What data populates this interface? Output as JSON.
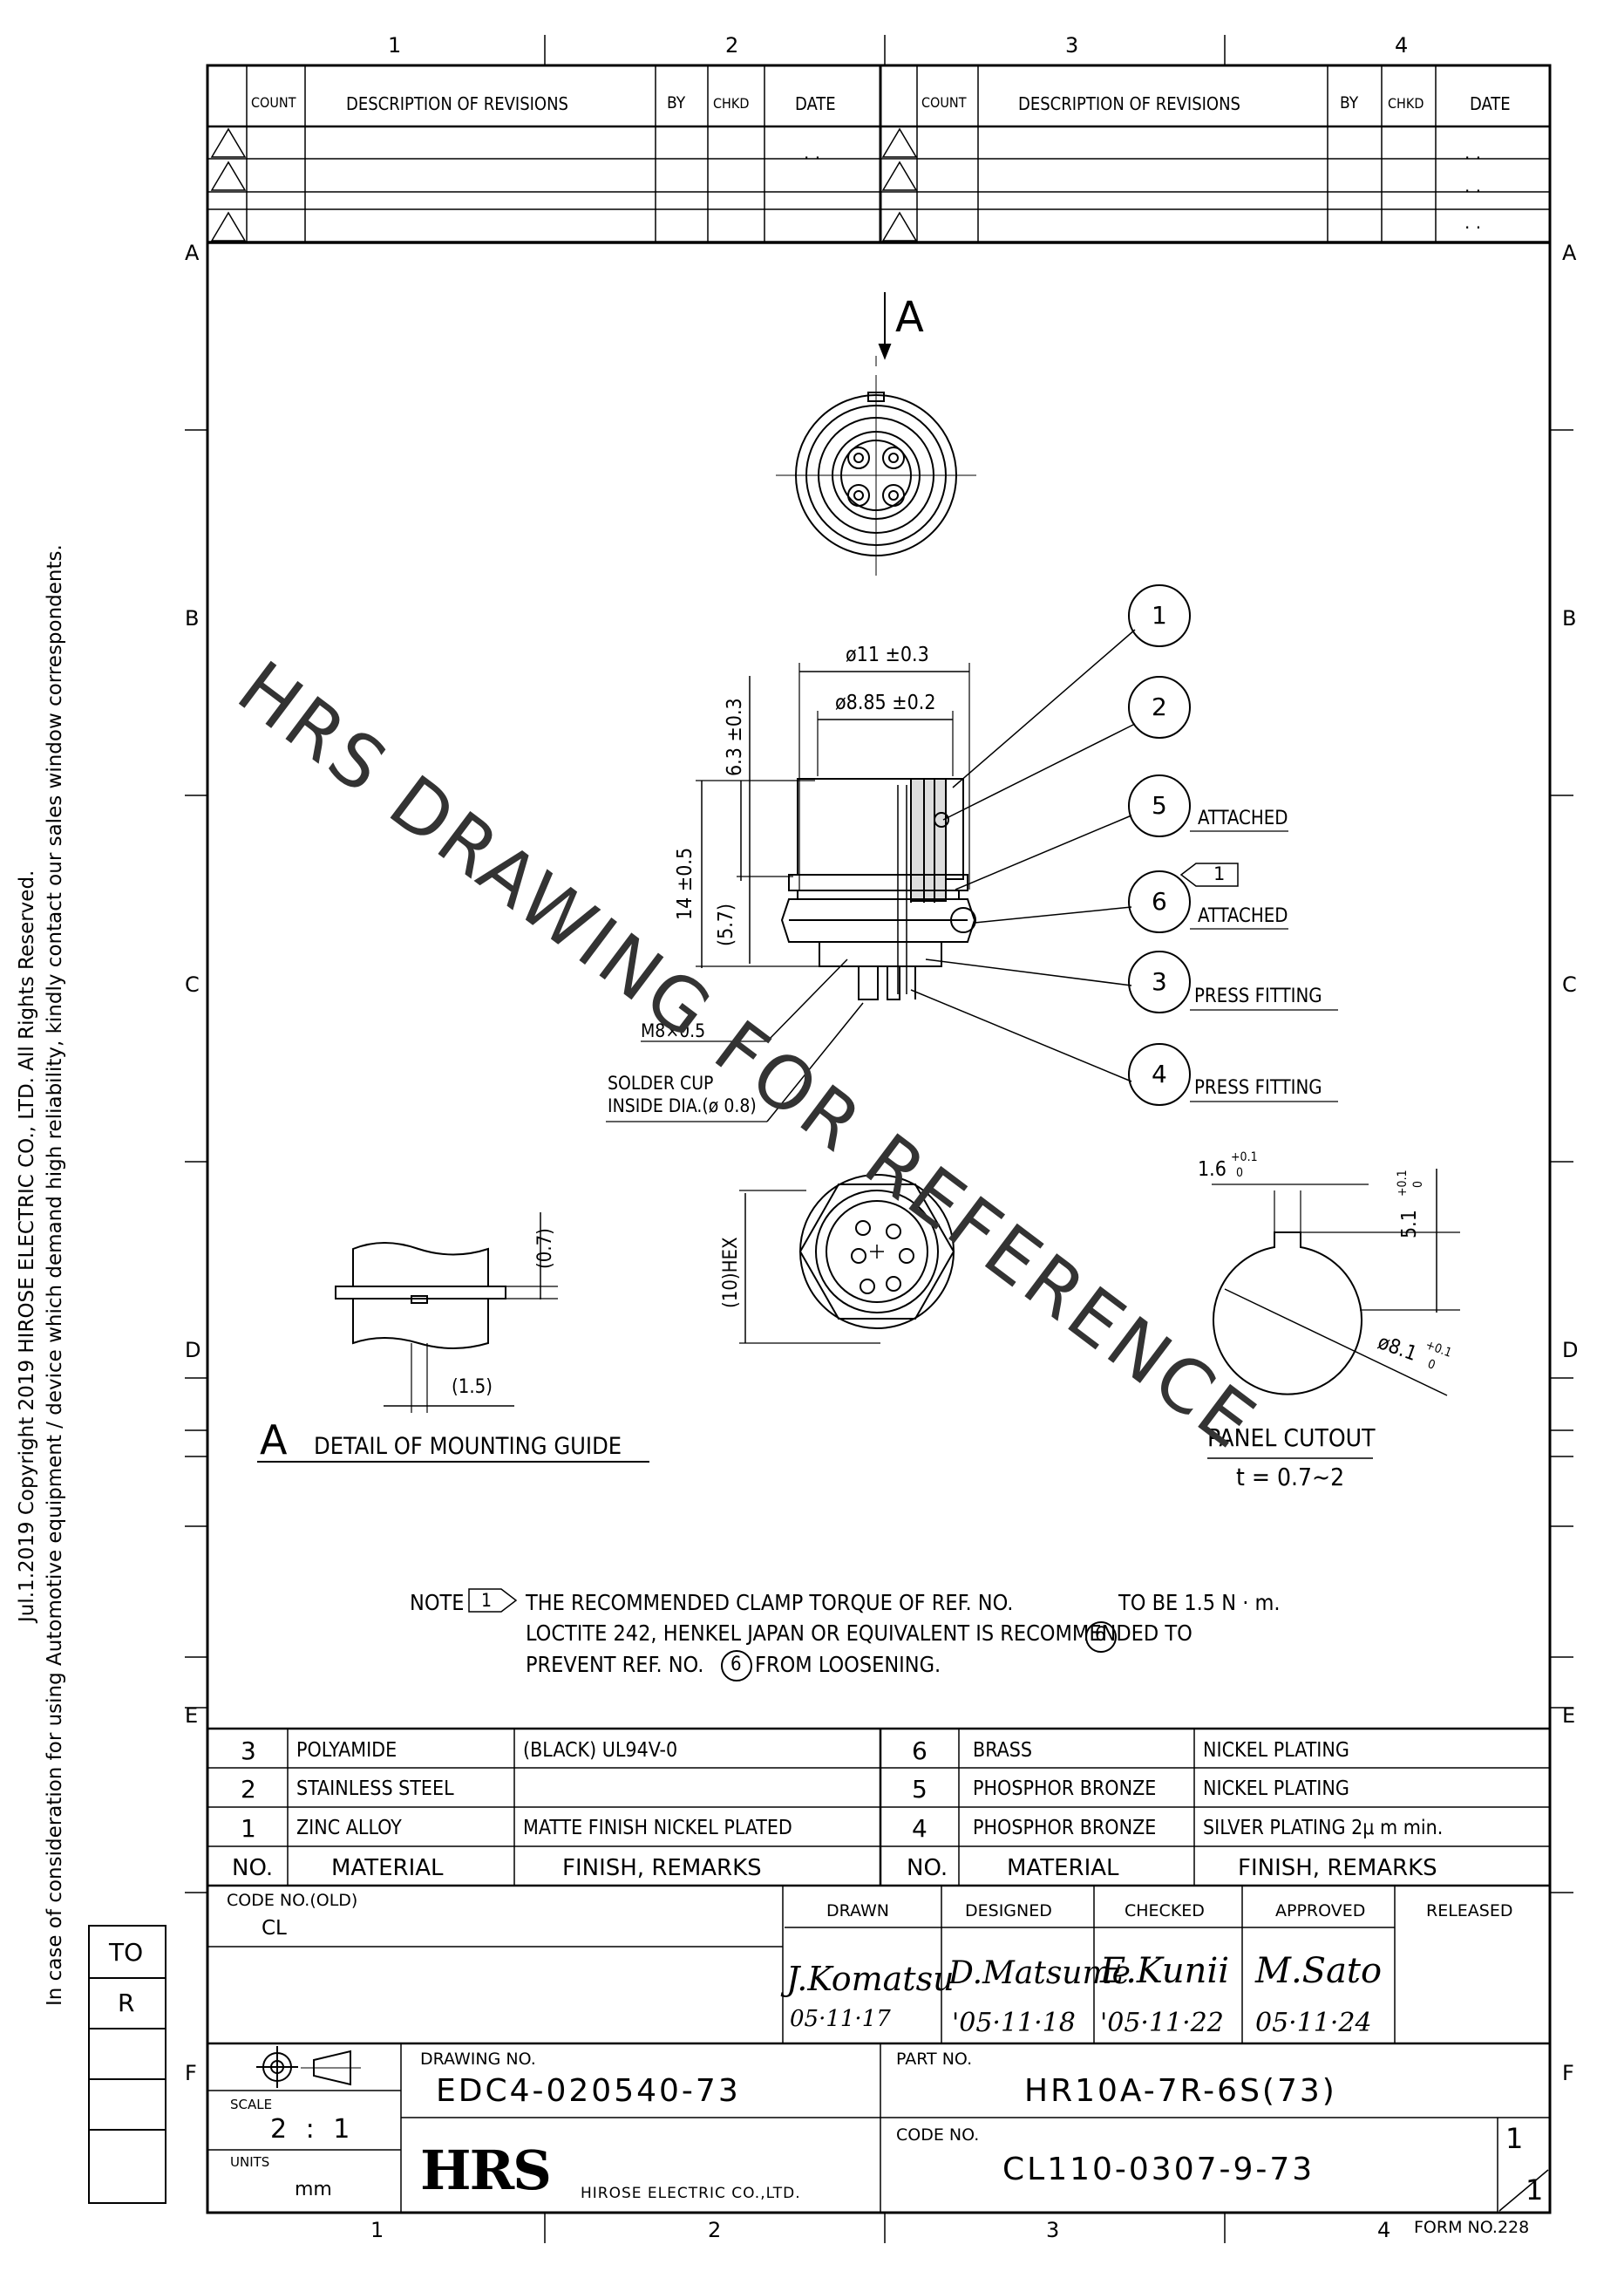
{
  "copyright": {
    "line1": "Jul.1.2019 Copyright 2019 HIROSE ELECTRIC CO., LTD. All Rights Reserved.",
    "line2": "In case of consideration for using Automotive equipment / device which demand high reliability, kindly contact our sales window correspondents."
  },
  "grid": {
    "columns": [
      "1",
      "2",
      "3",
      "4"
    ],
    "rows": [
      "A",
      "B",
      "C",
      "D",
      "E",
      "F"
    ]
  },
  "revisions": {
    "headers": [
      "COUNT",
      "DESCRIPTION OF REVISIONS",
      "BY",
      "CHKD",
      "DATE"
    ],
    "date_placeholder": ". ."
  },
  "side_box": {
    "line1": "TO",
    "line2": "R"
  },
  "watermark": "HRS DRAWING FOR REFERENCE",
  "drawing": {
    "view_label": "A",
    "dims": {
      "dia_outer": "ø11 ±0.3",
      "dia_inner": "ø8.85 ±0.2",
      "h1": "6.3 ±0.3",
      "h2": "14 ±0.5",
      "h3": "(5.7)",
      "thread": "M8×0.5",
      "solder1": "SOLDER CUP",
      "solder2": "INSIDE DIA.(ø 0.8)",
      "hex": "(10)HEX",
      "detail_h": "(0.7)",
      "detail_w": "(1.5)",
      "cut_w": "1.6",
      "cut_w_tol": "+0.1",
      "cut_w_tol0": "0",
      "cut_h": "5.1",
      "cut_h_tol": "+0.1",
      "cut_h_tol0": "0",
      "cut_dia": "ø8.1",
      "cut_dia_tol": "+0.1",
      "cut_dia_tol0": "0"
    },
    "callouts": [
      {
        "num": "1",
        "label": ""
      },
      {
        "num": "2",
        "label": ""
      },
      {
        "num": "5",
        "label": "ATTACHED"
      },
      {
        "num": "6",
        "label": "ATTACHED"
      },
      {
        "num": "3",
        "label": "PRESS FITTING"
      },
      {
        "num": "4",
        "label": "PRESS FITTING"
      }
    ],
    "note_flag": "1",
    "detail_title_letter": "A",
    "detail_title": "DETAIL OF MOUNTING GUIDE",
    "panel_title": "PANEL CUTOUT",
    "panel_t": "t = 0.7~2"
  },
  "note": {
    "label": "NOTE",
    "flag": "1",
    "line1a": "THE RECOMMENDED CLAMP TORQUE OF REF. NO.",
    "ref": "6",
    "line1b": "TO BE 1.5 N · m.",
    "line2": "LOCTITE 242, HENKEL JAPAN OR EQUIVALENT IS RECOMMENDED TO",
    "line3a": "PREVENT REF. NO.",
    "line3b": "FROM LOOSENING."
  },
  "materials": {
    "headers": {
      "no": "NO.",
      "material": "MATERIAL",
      "finish": "FINISH, REMARKS"
    },
    "left": [
      {
        "no": "3",
        "material": "POLYAMIDE",
        "finish": "(BLACK)  UL94V-0"
      },
      {
        "no": "2",
        "material": "STAINLESS STEEL",
        "finish": ""
      },
      {
        "no": "1",
        "material": "ZINC ALLOY",
        "finish": "MATTE FINISH NICKEL PLATED"
      }
    ],
    "right": [
      {
        "no": "6",
        "material": "BRASS",
        "finish": "NICKEL PLATING"
      },
      {
        "no": "5",
        "material": "PHOSPHOR BRONZE",
        "finish": "NICKEL PLATING"
      },
      {
        "no": "4",
        "material": "PHOSPHOR BRONZE",
        "finish": "SILVER PLATING  2μ m min."
      }
    ]
  },
  "title_block": {
    "code_old_label": "CODE NO.(OLD)",
    "code_old": "CL",
    "drawn_label": "DRAWN",
    "designed_label": "DESIGNED",
    "checked_label": "CHECKED",
    "approved_label": "APPROVED",
    "released_label": "RELEASED",
    "drawn_sig": "J.Komatsu",
    "drawn_date": "05·11·17",
    "designed_sig": "D.Matsume",
    "designed_date": "'05·11·18",
    "checked_sig": "E.Kunii",
    "checked_date": "'05·11·22",
    "approved_sig": "M.Sato",
    "approved_date": "05·11·24",
    "scale_label": "SCALE",
    "scale": "2 : 1",
    "units_label": "UNITS",
    "units": "mm",
    "drawing_no_label": "DRAWING NO.",
    "drawing_no": "EDC4-020540-73",
    "part_no_label": "PART NO.",
    "part_no": "HR10A-7R-6S(73)",
    "code_no_label": "CODE NO.",
    "code_no": "CL110-0307-9-73",
    "company_logo": "HRS",
    "company": "HIROSE ELECTRIC CO.,LTD.",
    "sheet": "1",
    "sheets": "1",
    "form_no": "FORM NO.228"
  }
}
